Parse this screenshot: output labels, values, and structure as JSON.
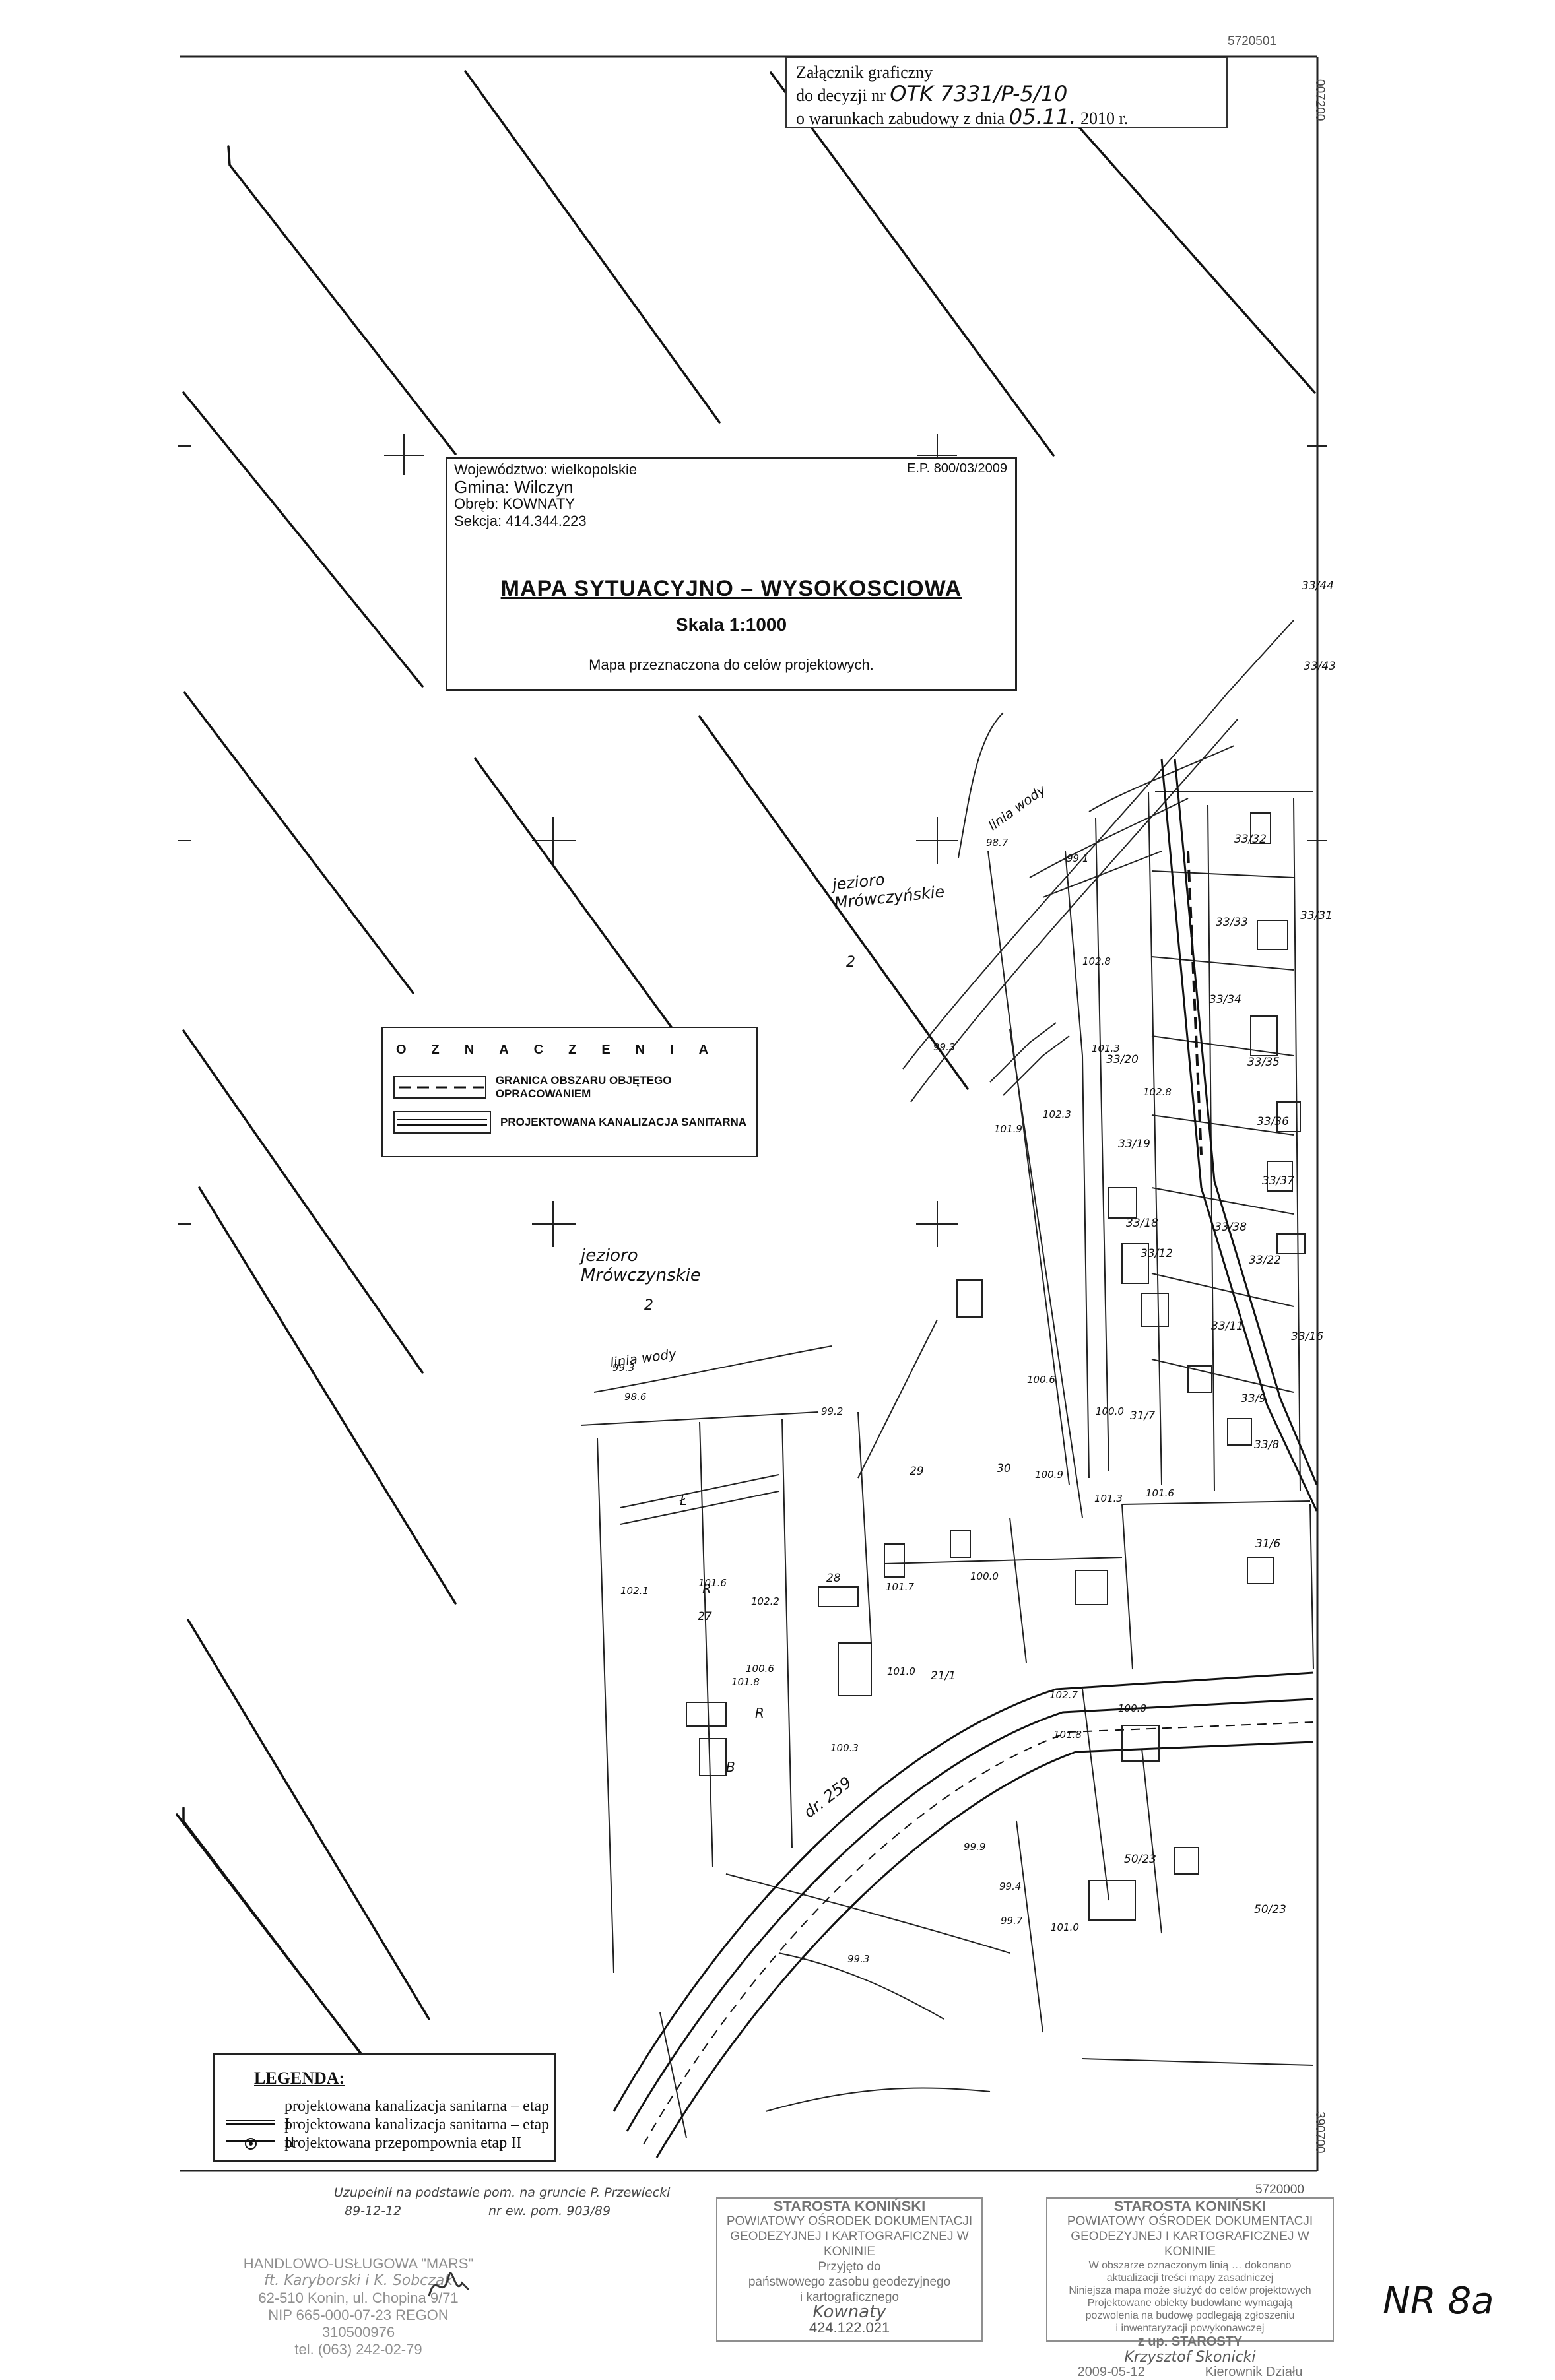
{
  "sheet": {
    "corner_coord_top": "5720501",
    "corner_coord_bottom": "5720000",
    "side_coord_top": "007200",
    "side_coord_bottom": "390700",
    "nr_label": "NR 8a"
  },
  "attachment": {
    "line1": "Załącznik graficzny",
    "line2_prefix": "do decyzji nr",
    "decision_no": "OTK 7331/P-5/10",
    "line3_prefix": "o warunkach zabudowy z dnia",
    "date_fill": "05.11.",
    "year": "2010 r."
  },
  "title_block": {
    "voivodeship": "Województwo: wielkopolskie",
    "commune": "Gmina: Wilczyn",
    "precinct": "Obręb: KOWNATY",
    "section": "Sekcja: 414.344.223",
    "ep": "E.P. 800/03/2009",
    "title": "MAPA SYTUACYJNO – WYSOKOSCIOWA",
    "scale": "Skala 1:1000",
    "purpose": "Mapa przeznaczona do celów projektowych."
  },
  "symbols": {
    "heading": "OZNACZENIA",
    "items": [
      {
        "label": "GRANICA OBSZARU OBJĘTEGO OPRACOWANIEM"
      },
      {
        "label": "PROJEKTOWANA KANALIZACJA SANITARNA"
      }
    ]
  },
  "legend": {
    "heading": "LEGENDA:",
    "items": [
      {
        "label": "projektowana kanalizacja sanitarna – etap I"
      },
      {
        "label": "projektowana kanalizacja sanitarna – etap II"
      },
      {
        "label": "projektowana przepompownia etap II"
      }
    ]
  },
  "map_labels": {
    "lake_upper_1": "jezioro",
    "lake_upper_2": "Mrówczyńskie",
    "lake_upper_no": "2",
    "lake_lower_1": "jezioro",
    "lake_lower_2": "Mrówczynskie",
    "lake_lower_no": "2",
    "water_line_upper": "linia wody",
    "water_line_lower": "linia wody",
    "road": "dr. 259",
    "parcels": [
      "33/32",
      "33/31",
      "33/33",
      "33/34",
      "33/35",
      "33/36",
      "33/37",
      "33/38",
      "33/20",
      "33/19",
      "33/18",
      "33/12",
      "33/22",
      "33/16",
      "33/11",
      "33/9",
      "33/8",
      "33/44",
      "33/43",
      "31/7",
      "31/6",
      "29",
      "30",
      "28",
      "27",
      "21/1",
      "50/23",
      "50/23"
    ],
    "heights": [
      "98.7",
      "99.1",
      "102.8",
      "99.3",
      "102.3",
      "101.9",
      "101.3",
      "102.8",
      "100.9",
      "101.3",
      "100.0",
      "100.6",
      "101.6",
      "98.6",
      "99.2",
      "99.3",
      "100.0",
      "101.6",
      "101.7",
      "101.8",
      "101.0",
      "100.6",
      "100.3",
      "99.9",
      "99.4",
      "101.0",
      "99.3",
      "99.7",
      "102.7",
      "102.1",
      "102.2",
      "101.8",
      "100.8"
    ],
    "letter_labels": [
      "Ł",
      "R",
      "R",
      "B"
    ]
  },
  "notes": {
    "update_line1": "Uzupełnił na podstawie pom. na gruncie P. Przewiecki",
    "update_line2a": "89-12-12",
    "update_line2b": "nr ew. pom. 903/89"
  },
  "stamp_center": {
    "line1": "STAROSTA KONIŃSKI",
    "line2": "POWIATOWY OŚRODEK DOKUMENTACJI",
    "line3": "GEODEZYJNEJ I KARTOGRAFICZNEJ W KONINIE",
    "line4": "Przyjęto do",
    "line5": "państwowego zasobu geodezyjnego",
    "line6": "i kartograficznego",
    "place": "Kownaty",
    "number": "424.122.021"
  },
  "stamp_right": {
    "line1": "STAROSTA KONIŃSKI",
    "line2": "POWIATOWY OŚRODEK DOKUMENTACJI",
    "line3": "GEODEZYJNEJ I KARTOGRAFICZNEJ W KONINIE",
    "line4": "W obszarze oznaczonym linią … dokonano",
    "line5": "aktualizacji treści mapy zasadniczej",
    "line6": "Niniejsza mapa może służyć do celów projektowych",
    "line7": "Projektowane obiekty budowlane wymagają",
    "line8": "pozwolenia na budowę podlegają zgłoszeniu",
    "line9": "i inwentaryzacji powykonawczej",
    "signer_title": "z up. STAROSTY",
    "signer": "Krzysztof Skonicki",
    "date": "2009-05-12",
    "position": "Kierownik Działu"
  },
  "stamp_left": {
    "line1": "HANDLOWO-USŁUGOWA \"MARS\"",
    "line2": "ft. Karyborski i K. Sobczak",
    "line3": "62-510 Konin, ul. Chopina 9/71",
    "line4": "NIP 665-000-07-23 REGON 310500976",
    "line5": "tel. (063) 242-02-79"
  },
  "colors": {
    "ink": "#111111",
    "stamp": "#666666"
  }
}
